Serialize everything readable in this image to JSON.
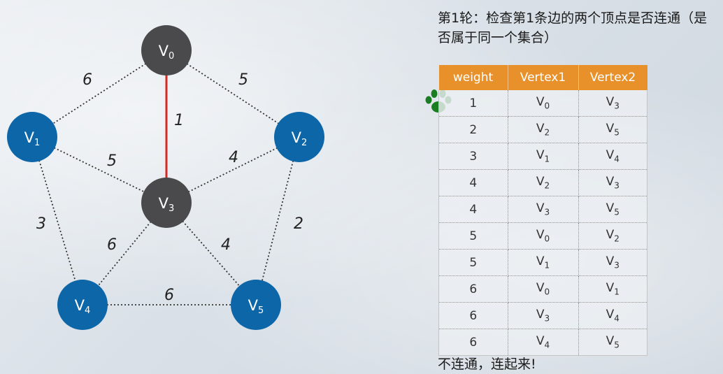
{
  "heading": "第1轮：检查第1条边的两个顶点是否连通（是否属于同一个集合）",
  "footer": "不连通，连起来!",
  "table": {
    "headers": [
      "weight",
      "Vertex1",
      "Vertex2"
    ],
    "rows": [
      {
        "w": "1",
        "v1": "V",
        "v1sub": "0",
        "v2": "V",
        "v2sub": "3"
      },
      {
        "w": "2",
        "v1": "V",
        "v1sub": "2",
        "v2": "V",
        "v2sub": "5"
      },
      {
        "w": "3",
        "v1": "V",
        "v1sub": "1",
        "v2": "V",
        "v2sub": "4"
      },
      {
        "w": "4",
        "v1": "V",
        "v1sub": "2",
        "v2": "V",
        "v2sub": "3"
      },
      {
        "w": "4",
        "v1": "V",
        "v1sub": "3",
        "v2": "V",
        "v2sub": "5"
      },
      {
        "w": "5",
        "v1": "V",
        "v1sub": "0",
        "v2": "V",
        "v2sub": "2"
      },
      {
        "w": "5",
        "v1": "V",
        "v1sub": "1",
        "v2": "V",
        "v2sub": "3"
      },
      {
        "w": "6",
        "v1": "V",
        "v1sub": "0",
        "v2": "V",
        "v2sub": "1"
      },
      {
        "w": "6",
        "v1": "V",
        "v1sub": "3",
        "v2": "V",
        "v2sub": "4"
      },
      {
        "w": "6",
        "v1": "V",
        "v1sub": "4",
        "v2": "V",
        "v2sub": "5"
      }
    ]
  },
  "graph": {
    "nodes": [
      {
        "id": "v0",
        "label": "V",
        "sub": "0",
        "state": "visited"
      },
      {
        "id": "v1",
        "label": "V",
        "sub": "1",
        "state": "unvisited"
      },
      {
        "id": "v2",
        "label": "V",
        "sub": "2",
        "state": "unvisited"
      },
      {
        "id": "v3",
        "label": "V",
        "sub": "3",
        "state": "visited"
      },
      {
        "id": "v4",
        "label": "V",
        "sub": "4",
        "state": "unvisited"
      },
      {
        "id": "v5",
        "label": "V",
        "sub": "5",
        "state": "unvisited"
      }
    ],
    "edges": [
      {
        "from": "v0",
        "to": "v1",
        "weight": "6",
        "selected": false
      },
      {
        "from": "v0",
        "to": "v2",
        "weight": "5",
        "selected": false
      },
      {
        "from": "v0",
        "to": "v3",
        "weight": "1",
        "selected": true
      },
      {
        "from": "v1",
        "to": "v3",
        "weight": "5",
        "selected": false
      },
      {
        "from": "v2",
        "to": "v3",
        "weight": "4",
        "selected": false
      },
      {
        "from": "v1",
        "to": "v4",
        "weight": "3",
        "selected": false
      },
      {
        "from": "v2",
        "to": "v5",
        "weight": "2",
        "selected": false
      },
      {
        "from": "v3",
        "to": "v4",
        "weight": "6",
        "selected": false
      },
      {
        "from": "v3",
        "to": "v5",
        "weight": "4",
        "selected": false
      },
      {
        "from": "v4",
        "to": "v5",
        "weight": "6",
        "selected": false
      }
    ]
  },
  "colors": {
    "visited_node": "#4a4a4c",
    "unvisited_node": "#0d66a8",
    "selected_edge": "#d42a26",
    "edge": "#333333",
    "table_header": "#e8912a",
    "paw": "#1b7d22"
  },
  "icons": {
    "marker": "paw-icon"
  }
}
